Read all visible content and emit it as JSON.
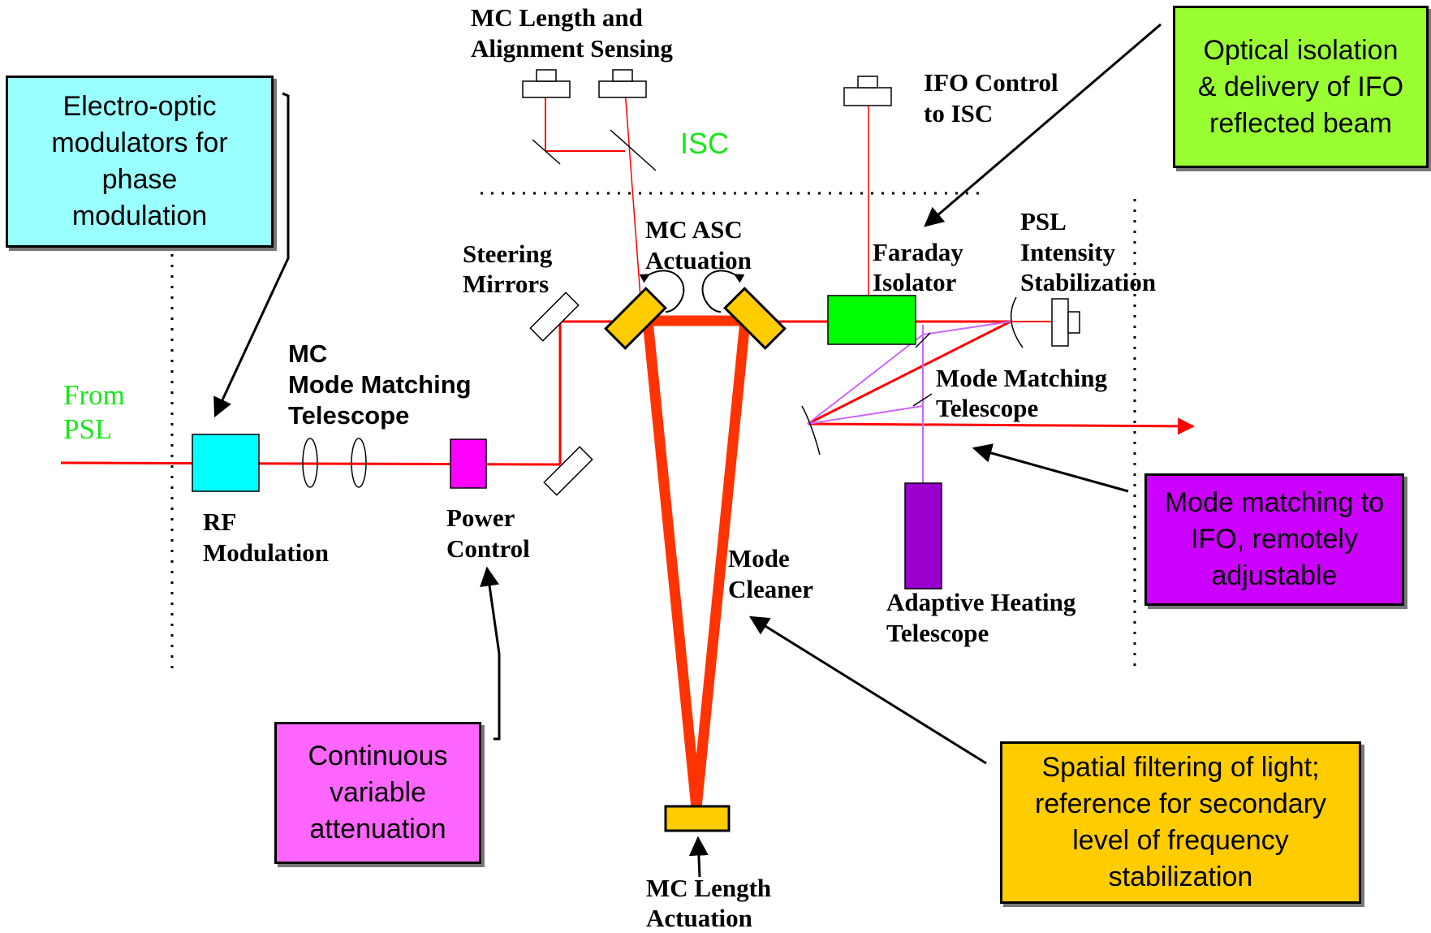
{
  "labels": {
    "from_psl": [
      "From",
      "PSL"
    ],
    "mc_length_alignment": [
      "MC Length and",
      "Alignment Sensing"
    ],
    "isc": "ISC",
    "ifo_control": [
      "IFO Control",
      "to ISC"
    ],
    "mc_mode_matching": [
      "MC",
      "Mode Matching",
      "Telescope"
    ],
    "steering_mirrors": [
      "Steering",
      "Mirrors"
    ],
    "mc_asc_actuation": [
      "MC ASC",
      "Actuation"
    ],
    "faraday_isolator": [
      "Faraday",
      "Isolator"
    ],
    "psl_intensity": [
      "PSL",
      "Intensity",
      "Stabilization"
    ],
    "mode_matching_telescope": [
      "Mode Matching",
      "Telescope"
    ],
    "rf_modulation": [
      "RF",
      "Modulation"
    ],
    "power_control": [
      "Power",
      "Control"
    ],
    "mode_cleaner": [
      "Mode",
      "Cleaner"
    ],
    "adaptive_heating": [
      "Adaptive Heating",
      "Telescope"
    ],
    "mc_length_actuation": [
      "MC Length",
      "Actuation"
    ]
  },
  "notes": {
    "eom": "Electro-optic modulators for phase modulation",
    "optical_isolation": "Optical isolation & delivery of IFO reflected beam",
    "mode_matching_ifo": "Mode matching to IFO, remotely adjustable",
    "continuous_attenuation": "Continuous variable attenuation",
    "spatial_filtering": "Spatial filtering of light; reference for secondary level of frequency stabilization"
  },
  "colors": {
    "beam": "#ff0000",
    "mode_cleaner_beam": "#ff3300",
    "isc_label": "#19e619",
    "rf_modulator": "#00ffff",
    "power_control": "#ff00ff",
    "mirror": "#ffcc00",
    "faraday": "#00ff00",
    "adaptive_heating": "#9900cc",
    "heating_beam": "#cc66ff",
    "note_cyan": "#99ffff",
    "note_green": "#99ff33",
    "note_purple": "#cc00ff",
    "note_pink": "#ff66ff",
    "note_orange": "#ffcc00"
  }
}
